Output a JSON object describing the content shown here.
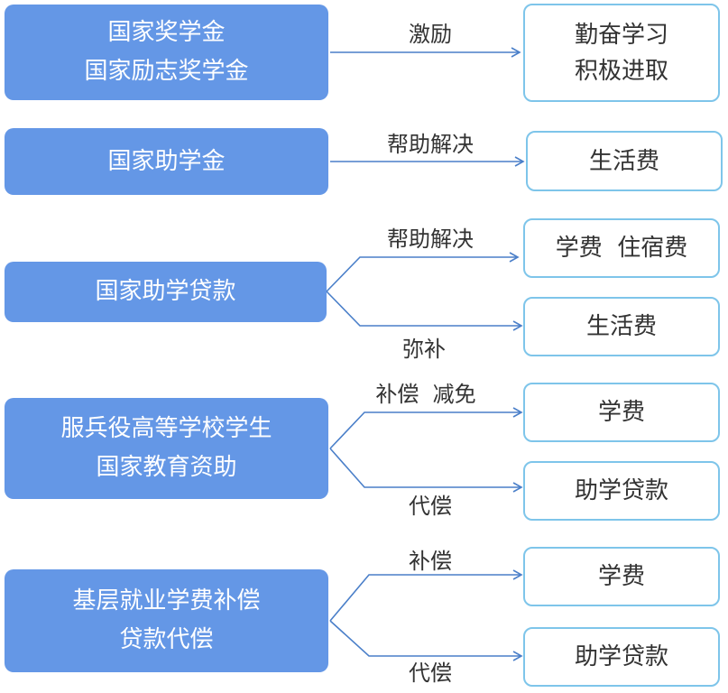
{
  "rows": [
    {
      "source": [
        "国家奖学金",
        "国家励志奖学金"
      ],
      "edges": [
        {
          "label": "激励",
          "target": [
            "勤奋学习",
            "积极进取"
          ]
        }
      ]
    },
    {
      "source": [
        "国家助学金"
      ],
      "edges": [
        {
          "label": "帮助解决",
          "target": [
            "生活费"
          ]
        }
      ]
    },
    {
      "source": [
        "国家助学贷款"
      ],
      "edges": [
        {
          "label": "帮助解决",
          "target": [
            "学费  住宿费"
          ]
        },
        {
          "label": "弥补",
          "target": [
            "生活费"
          ]
        }
      ]
    },
    {
      "source": [
        "服兵役高等学校学生",
        "国家教育资助"
      ],
      "edges": [
        {
          "label": "补偿  减免",
          "target": [
            "学费"
          ]
        },
        {
          "label": "代偿",
          "target": [
            "助学贷款"
          ]
        }
      ]
    },
    {
      "source": [
        "基层就业学费补偿",
        "贷款代偿"
      ],
      "edges": [
        {
          "label": "补偿",
          "target": [
            "学费"
          ]
        },
        {
          "label": "代偿",
          "target": [
            "助学贷款"
          ]
        }
      ]
    }
  ],
  "colors": {
    "source_fill": "#6497e6",
    "target_border": "#7ec5ea",
    "edge": "#4a7fc9",
    "text": "#333333"
  }
}
